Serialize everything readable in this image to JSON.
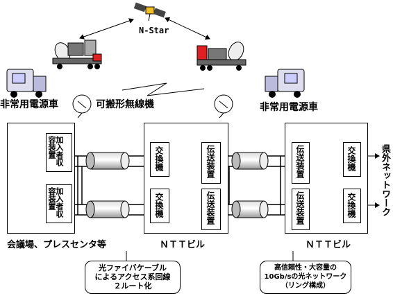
{
  "satellite_label": "N-Star",
  "portable_radio_label": "可搬形無線機",
  "power_car_left_label": "非常用電源車",
  "power_car_right_label": "非常用電源車",
  "venue_label": "会議場、プレスセンタ等",
  "ntt_building_1_label": "ＮＴＴビル",
  "ntt_building_2_label": "ＮＴＴビル",
  "subscriber_unit_label": "加入者収容装置",
  "switch_label": "交換機",
  "transmission_label": "伝送装置",
  "external_network_label": "県外ネットワーク",
  "note_left": [
    "光ファイバケーブル",
    "によるアクセス系回線",
    "２ルート化"
  ],
  "note_right": [
    "高信頼性・大容量の",
    "10Gb/sの光ネットワーク",
    "（リング構成）"
  ]
}
